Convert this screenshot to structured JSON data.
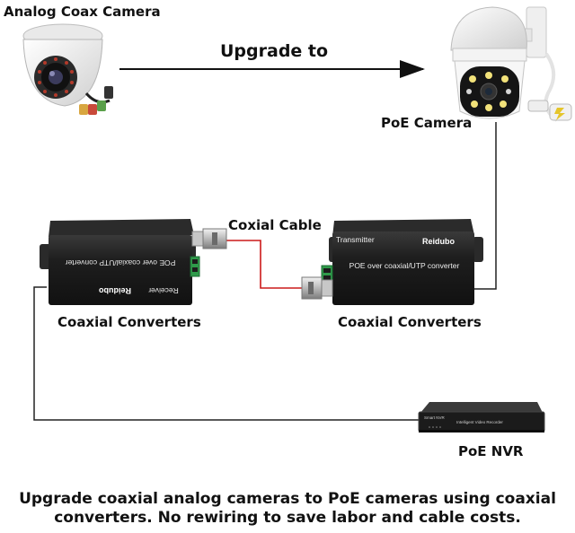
{
  "labels": {
    "analog_camera": "Analog Coax Camera",
    "upgrade_to": "Upgrade to",
    "poe_camera": "PoE Camera",
    "coaxial_cable": "Coxial Cable",
    "left_converter": "Coaxial Converters",
    "right_converter": "Coaxial Converters",
    "nvr": "PoE NVR"
  },
  "receiver": {
    "brand": "Reidubo",
    "model_text": "POE over coaxial/UTP converter",
    "role": "Receiver"
  },
  "transmitter": {
    "brand": "Reidubo",
    "model_text": "POE over coaxial/UTP converter",
    "role": "Transmitter"
  },
  "nvr_device": {
    "front_left": "Smart NVR",
    "front_center": "Intelligent Video Recorder"
  },
  "caption": {
    "line1": "Upgrade coaxial analog cameras to PoE cameras using coaxial",
    "line2": "converters. No rewiring to  save labor and cable costs."
  },
  "colors": {
    "coax_cable": "#cc1a1a",
    "network_cable": "#222222",
    "device_body": "#1c1c1c",
    "terminal_green": "#2f9a4a"
  }
}
